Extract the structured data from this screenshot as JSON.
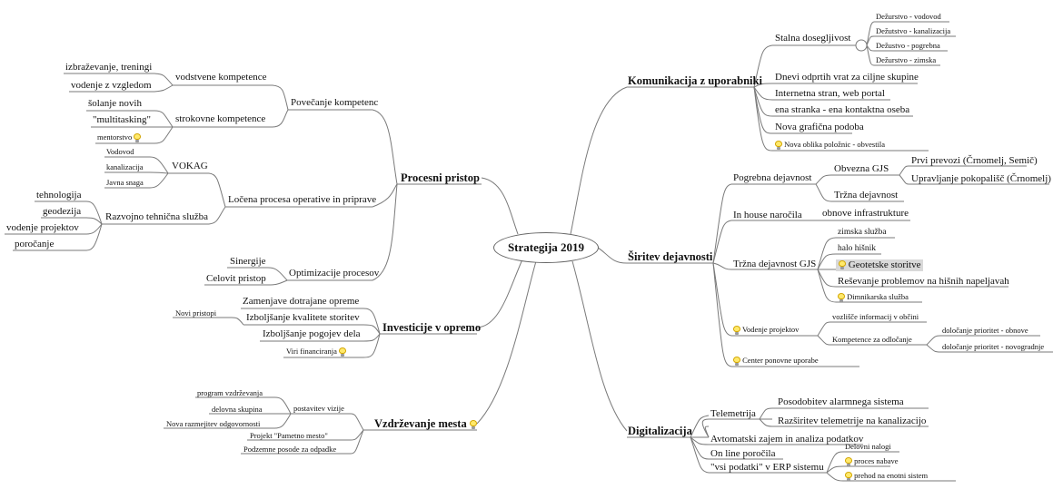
{
  "root": "Strategija 2019",
  "left": {
    "procesni": {
      "label": "Procesni pristop",
      "povecanje": "Povečanje kompetenc",
      "vodstvene": "vodstvene kompetence",
      "izobrazevanje": "izbraževanje, treningi",
      "vodenje_zgled": "vodenje z vzgledom",
      "strokovne": "strokovne kompetence",
      "solanje": "šolanje novih",
      "multitasking": "\"multitasking\"",
      "mentorstvo": "mentorstvo",
      "locena": "Ločena procesa operative in priprave",
      "vokag": "VOKAG",
      "vodovod": "Vodovod",
      "kanalizacija": "kanalizacija",
      "javna_snaga": "Javna snaga",
      "razvojno": "Razvojno tehnična služba",
      "tehnologija": "tehnologija",
      "geodezija": "geodezija",
      "vodenje_projektov": "vodenje projektov",
      "porocanje": "poročanje",
      "optimizacija": "Optimizacije procesov",
      "sinergije": "Sinergije",
      "celovit": "Celovit pristop"
    },
    "investicije": {
      "label": "Investicije v opremo",
      "zamenjave": "Zamenjave dotrajane opreme",
      "izboljsanje_kakovosti": "Izboljšanje kvalitete storitev",
      "novi_pristopi": "Novi pristopi",
      "izboljsanje_pogojev": "Izboljšanje pogojev dela",
      "viri": "Viri financiranja"
    },
    "vzdrzevanje": {
      "label": "Vzdrževanje mesta",
      "postavitev": "postavitev vizije",
      "program": "program vzdrževanja",
      "delovna": "delovna skupina",
      "nova_razmejitev": "Nova razmejitev odgovornosti",
      "projekt": "Projekt \"Pametno mesto\"",
      "podzemne": "Podzemne posode za odpadke"
    }
  },
  "right": {
    "komunikacija": {
      "label": "Komunikacija z uporabniki",
      "stalna": "Stalna dosegljivost",
      "dez_vodovod": "Dežurstvo - vodovod",
      "dez_kanal": "Dežutstvo - kanalizacija",
      "dez_pogrebna": "Dežustvo - pogrebna",
      "dez_zimska": "Dežurstvo - zimska",
      "dnevi": "Dnevi odprtih vrat za ciljne skupine",
      "internetna": "Internetna stran, web portal",
      "ena_stranka": "ena stranka - ena kontaktna oseba",
      "graficna": "Nova grafična podoba",
      "nova_oblika": "Nova oblika položnic - obvestila"
    },
    "siritev": {
      "label": "Širitev dejavnosti",
      "pogrebna": "Pogrebna dejavnost",
      "obvezna": "Obvezna GJS",
      "prvi_prevozi": "Prvi prevozi (Črnomelj, Semič)",
      "upravljanje": "Upravljanje pokopališč (Črnomelj)",
      "trzna_dej": "Tržna dejavnost",
      "in_house": "In house naročila",
      "obnove": "obnove infrastrukture",
      "trzna_gjs": "Tržna dejavnost GJS",
      "zimska": "zimska služba",
      "halo": "halo hišnik",
      "geotetske": "Geotetske storitve",
      "resevanje": "Reševanje problemov na hišnih napeljavah",
      "dimnikarska": "Dimnikarska služba",
      "vodenje_proj": "Vodenje projektov",
      "vozlisce": "vozlišče informacij v občini",
      "kompetence_odl": "Kompetence za odločanje",
      "dolocanje_obnove": "določanje prioritet - obnove",
      "dolocanje_novo": "določanje prioritet - novogradnje",
      "center": "Center ponovne uporabe"
    },
    "digitalizacija": {
      "label": "Digitalizacija",
      "telemetrija": "Telemetrija",
      "posodobitev": "Posodobitev alarmnega sistema",
      "razsiritev": "Razširitev telemetrije na kanalizacijo",
      "avtomatski": "Avtomatski zajem in analiza podatkov",
      "online": "On line poročila",
      "vsi_podatki": "\"vsi podatki\" v ERP sistemu",
      "delovni": "Delovni nalogi",
      "proces_nabave": "proces nabave",
      "prehod": "prehod na enotni sistem"
    }
  },
  "icons": [
    "lightbulb-icon"
  ],
  "colors": {
    "lines": "#7a7a7a",
    "bulb": "#ffe96b",
    "highlight": "#d9d9d9"
  }
}
